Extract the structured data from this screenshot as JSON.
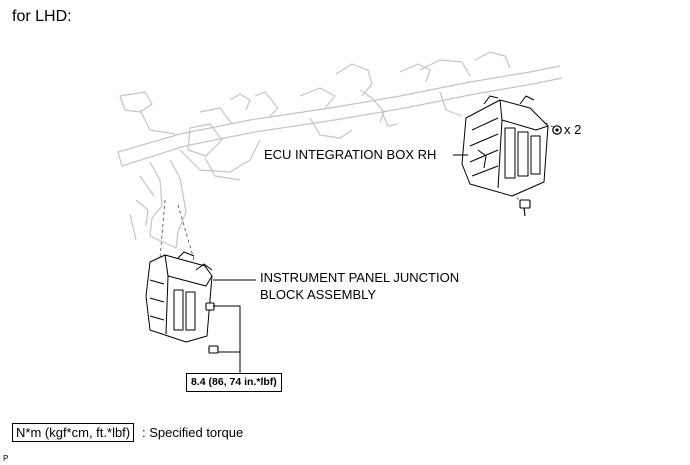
{
  "header": {
    "title": "for LHD:"
  },
  "callouts": {
    "ecu_box": "ECU INTEGRATION BOX RH",
    "junction_block_line1": "INSTRUMENT PANEL JUNCTION",
    "junction_block_line2": "BLOCK ASSEMBLY",
    "nut_quantity": "x 2"
  },
  "torque": {
    "spec": "8.4 (86, 74 in.*lbf)"
  },
  "legend": {
    "unit_box": "N*m (kgf*cm, ft.*lbf)",
    "description": ": Specified torque"
  },
  "figure_code": "P"
}
